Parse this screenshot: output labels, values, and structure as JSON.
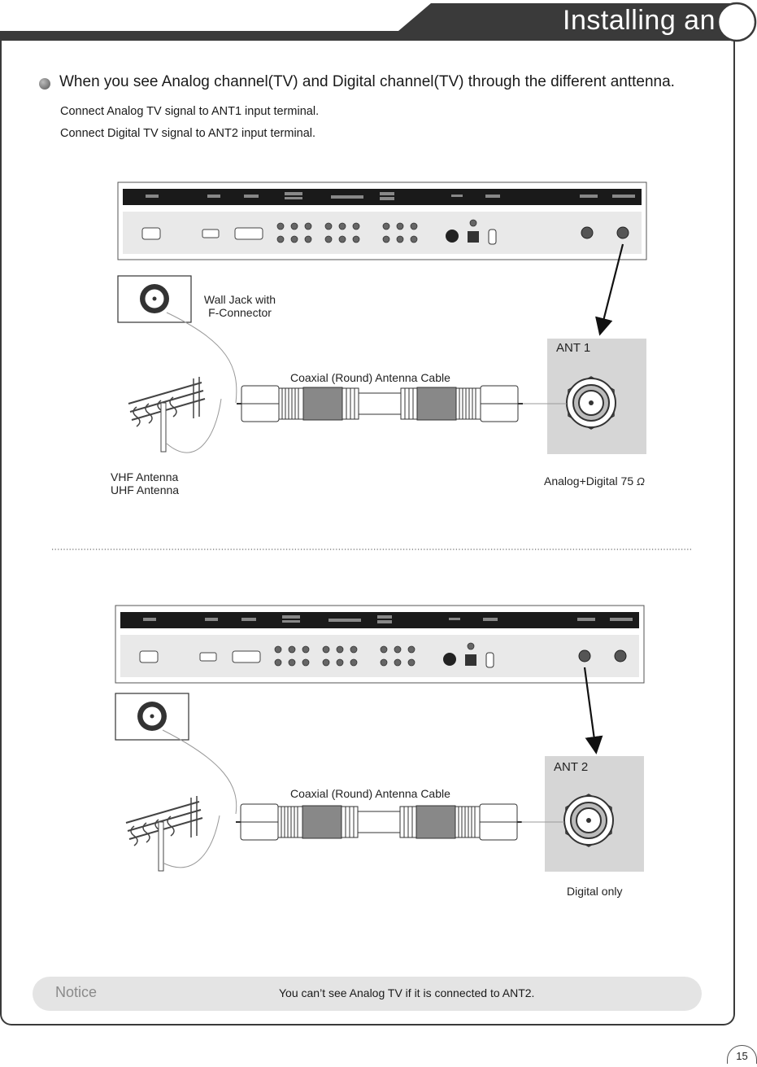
{
  "header": {
    "title": "Installing an Antenna"
  },
  "section": {
    "heading": "When you see Analog channel(TV) and Digital channel(TV) through the different anttenna.",
    "instructions": [
      "Connect Analog TV signal to ANT1 input terminal.",
      "Connect Digital TV signal to ANT2 input terminal."
    ]
  },
  "diagram1": {
    "wall_jack_label": [
      "Wall Jack with",
      "F-Connector"
    ],
    "cable_label": "Coaxial (Round) Antenna Cable",
    "ant_label": "ANT 1",
    "antenna_label": [
      "VHF Antenna",
      "UHF Antenna"
    ],
    "signal_label": "Analog+Digital 75",
    "ohm_symbol": "Ω"
  },
  "diagram2": {
    "cable_label": "Coaxial (Round) Antenna Cable",
    "ant_label": "ANT 2",
    "signal_label": "Digital only"
  },
  "notice": {
    "title": "Notice",
    "text": "You can’t see Analog TV if it is connected to ANT2."
  },
  "page_number": "15"
}
